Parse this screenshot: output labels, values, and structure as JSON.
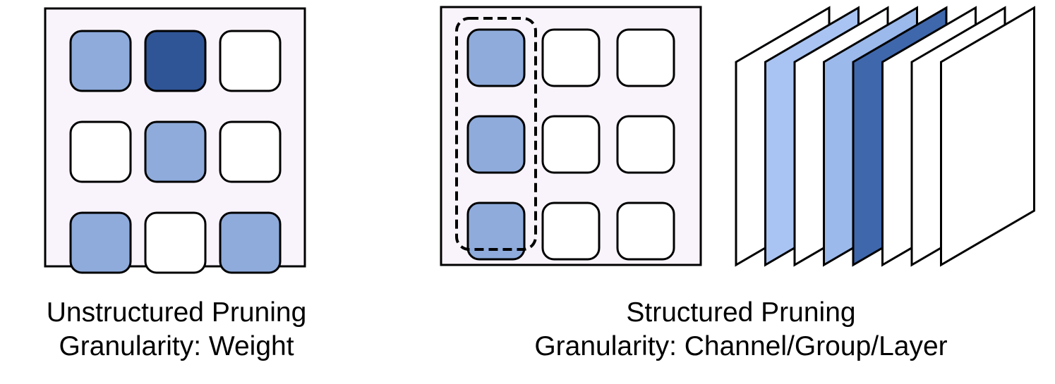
{
  "colors": {
    "panel_bg": "#f9f4fb",
    "white": "#ffffff",
    "light_blue": "#8eabdb",
    "dark_blue": "#2f5596",
    "sheet_light": "#a9c4f2",
    "sheet_mid": "#9bb9eb",
    "sheet_dark": "#3f67ac",
    "stroke": "#000000"
  },
  "unstructured": {
    "grid": [
      [
        "light",
        "dark",
        "white"
      ],
      [
        "white",
        "light",
        "white"
      ],
      [
        "light",
        "white",
        "light"
      ]
    ],
    "caption_line1": "Unstructured Pruning",
    "caption_line2": "Granularity: Weight"
  },
  "structured": {
    "grid": [
      [
        "light",
        "white",
        "white"
      ],
      [
        "light",
        "white",
        "white"
      ],
      [
        "light",
        "white",
        "white"
      ]
    ],
    "selected_column": 0,
    "sheets": [
      "white",
      "sheet_light",
      "white",
      "sheet_mid",
      "sheet_dark",
      "white",
      "white",
      "white"
    ],
    "caption_line1": "Structured Pruning",
    "caption_line2": "Granularity: Channel/Group/Layer"
  }
}
